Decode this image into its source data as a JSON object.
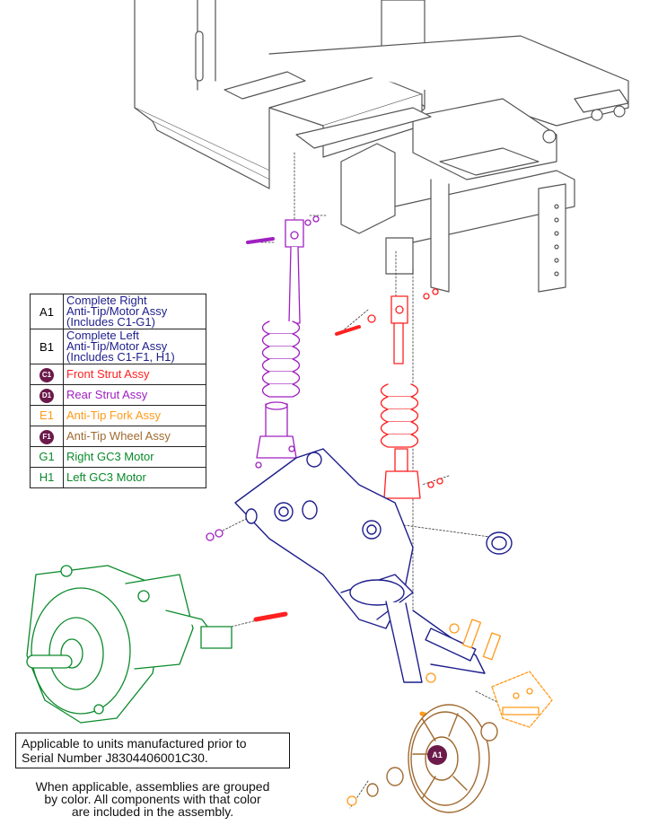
{
  "colors": {
    "A1": "#1e1e8c",
    "B1": "#1e1e8c",
    "C1": "#ff2020",
    "D1": "#a020c0",
    "E1": "#ff9a1a",
    "F1": "#a06a30",
    "G1": "#0a8a2a",
    "H1": "#0a8a2a",
    "badge": "#6b1a4a",
    "frame": "#555555"
  },
  "legend": {
    "rows": [
      {
        "code": "A1",
        "lines": [
          "Complete Right",
          "Anti-Tip/Motor Assy",
          "(Includes C1-G1)"
        ],
        "badge": false,
        "color_key": "A1"
      },
      {
        "code": "B1",
        "lines": [
          "Complete Left",
          "Anti-Tip/Motor Assy",
          "(Includes C1-F1, H1)"
        ],
        "badge": false,
        "color_key": "B1"
      },
      {
        "code": "C1",
        "lines": [
          "Front Strut Assy"
        ],
        "badge": true,
        "color_key": "C1"
      },
      {
        "code": "D1",
        "lines": [
          "Rear Strut Assy"
        ],
        "badge": true,
        "color_key": "D1"
      },
      {
        "code": "E1",
        "lines": [
          "Anti-Tip Fork Assy"
        ],
        "badge": false,
        "color_key": "E1"
      },
      {
        "code": "F1",
        "lines": [
          "Anti-Tip Wheel Assy"
        ],
        "badge": true,
        "color_key": "F1"
      },
      {
        "code": "G1",
        "lines": [
          "Right GC3 Motor"
        ],
        "badge": false,
        "color_key": "G1"
      },
      {
        "code": "H1",
        "lines": [
          "Left GC3 Motor"
        ],
        "badge": false,
        "color_key": "H1"
      }
    ]
  },
  "notes": {
    "applicable_line1": "Applicable to units manufactured prior to",
    "applicable_line2": "Serial Number J8304406001C30.",
    "group_line1": "When applicable, assemblies are grouped",
    "group_line2": "by color. All components with that color",
    "group_line3": "are included in the assembly."
  },
  "callout": {
    "label": "A1"
  }
}
